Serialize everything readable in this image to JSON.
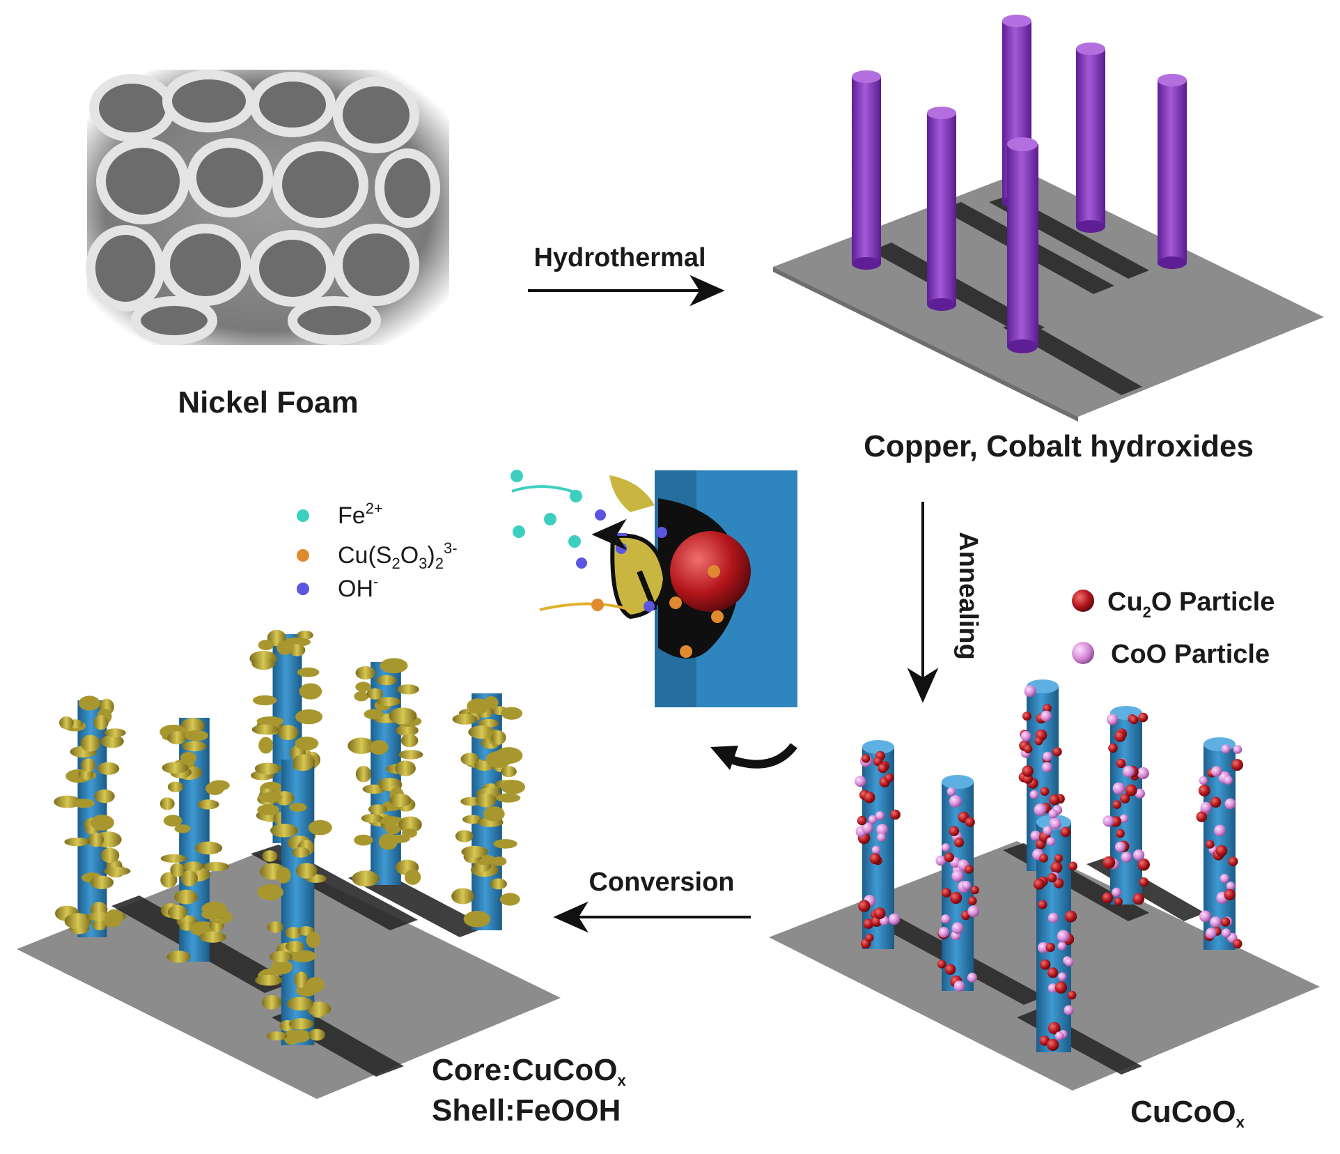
{
  "labels": {
    "nickel_foam": "Nickel Foam",
    "hydroxides": "Copper, Cobalt hydroxides",
    "cucoox": "CuCoOx",
    "core_line": "Core:CuCoOx",
    "shell_line": "Shell:FeOOH"
  },
  "steps": {
    "hydrothermal": "Hydrothermal",
    "annealing": "Annealing",
    "conversion": "Conversion"
  },
  "legend_particles": [
    {
      "label": "Cu2O Particle",
      "color": "#c0171c"
    },
    {
      "label": "CoO Particle",
      "color": "#d98ad9"
    }
  ],
  "legend_ions": [
    {
      "label": "Fe2+",
      "color": "#3ccfc0"
    },
    {
      "label": "Cu(S2O3)2 3-",
      "color": "#e08a30"
    },
    {
      "label": "OH-",
      "color": "#5b55e0"
    }
  ],
  "colors": {
    "substrate": "#8c8c8c",
    "hydroxide_rod": "#8a3fc4",
    "oxide_rod": "#2f86bf",
    "shell": "#c9b640"
  }
}
